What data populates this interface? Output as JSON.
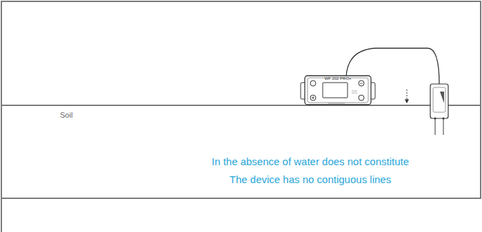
{
  "diagram": {
    "labels": [
      "Soil",
      "WF 202 PRO+",
      "In the absence of water does not constitute",
      "The device has no contiguous lines"
    ]
  }
}
